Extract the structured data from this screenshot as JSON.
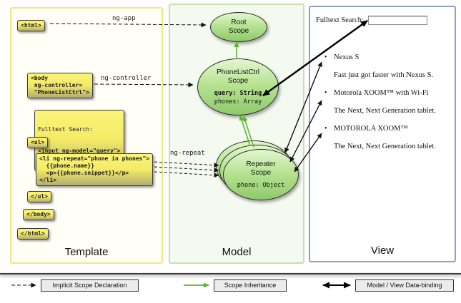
{
  "panels": {
    "template": {
      "label": "Template"
    },
    "model": {
      "label": "Model"
    },
    "view": {
      "label": "View"
    }
  },
  "template_code": {
    "html_open": "<html>",
    "body_open": "<body\n ng-controller=\n \"PhoneListCtrl\">",
    "search_label": "Fulltext Search:",
    "search_input": "<input ng-model=\"query\">",
    "ul_open": "<ul>",
    "li_repeat": "<li ng-repeat=\"phone in phones\">\n  {{phone.name}}\n  <p>{{phone.snippet}}</p>\n</li>",
    "ul_close": "</ul>",
    "body_close": "</body>",
    "html_close": "</html>"
  },
  "directives": {
    "ng_app": "ng-app",
    "ng_controller": "ng-controller",
    "ng_repeat": "ng-repeat"
  },
  "model_scopes": {
    "root": {
      "title": "Root\nScope"
    },
    "phone_list": {
      "title": "PhoneListCtrl\nScope",
      "prop_query": "query: String",
      "prop_phones": "phones: Array"
    },
    "repeater": {
      "title": "Repeater\nScope",
      "prop_phone": "phone: Object"
    }
  },
  "view": {
    "search_label": "Fulltext Search:",
    "search_value": "",
    "items": [
      {
        "title": "Nexus S",
        "desc": "Fast just got faster with Nexus S."
      },
      {
        "title": "Motorola XOOM™ with Wi-Fi",
        "desc": "The Next, Next Generation tablet."
      },
      {
        "title": "MOTOROLA XOOM™",
        "desc": "The Next, Next Generation tablet."
      }
    ]
  },
  "legend": {
    "implicit_scope": "Implicit Scope Declaration",
    "scope_inheritance": "Scope Inheritance",
    "data_binding": "Model / View Data-binding"
  },
  "colors": {
    "code_box_top": "#fbf478",
    "code_box_bottom": "#b3ad6e",
    "scope_fill_top": "#e4f6cf",
    "scope_fill_bottom": "#8fca6b",
    "inheritance_green": "#5cb52e",
    "template_border": "#ece87f",
    "model_border": "#c2e2ae",
    "view_border": "#8d9fd0"
  }
}
